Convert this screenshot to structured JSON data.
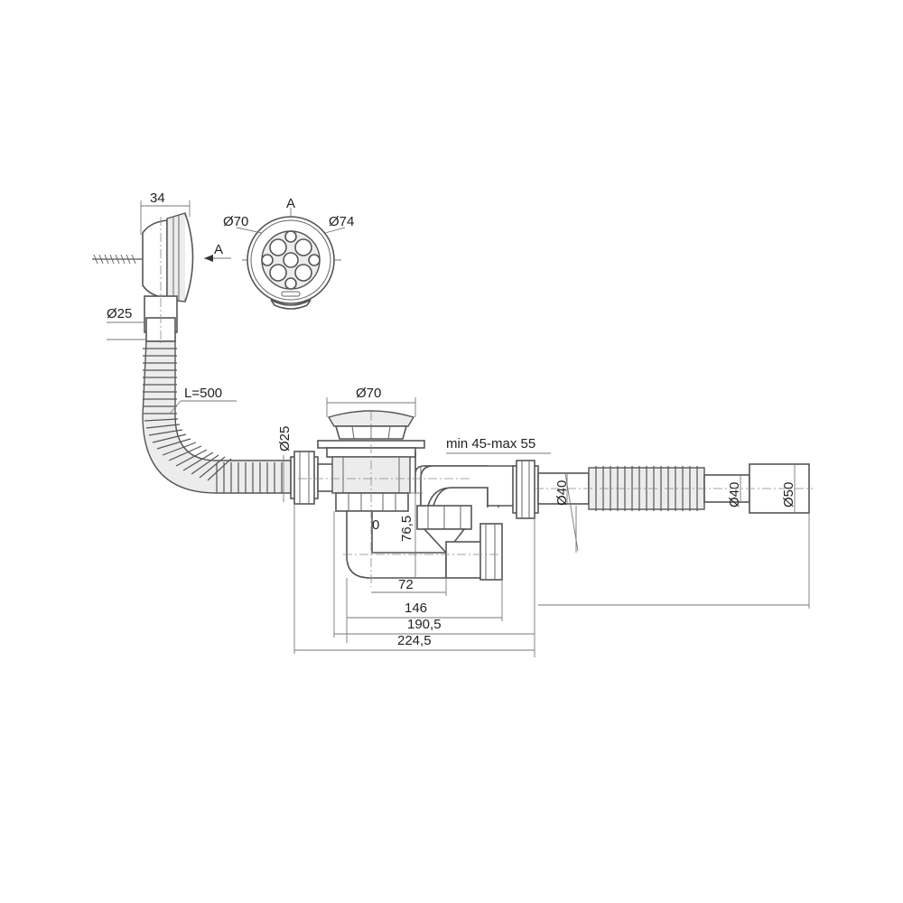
{
  "labels": {
    "top_width": "34",
    "view_letter": "A",
    "arrow_letter": "A",
    "grate_inner_dia": "Ø70",
    "grate_outer_dia": "Ø74",
    "overflow_pipe_dia": "Ø25",
    "hose_length": "L=500",
    "hose_end_dia": "Ø25",
    "drain_dia": "Ø70",
    "adjust_range": "min 45-max 55",
    "trap_height": "76,5",
    "trap_outlet_dia": "Ø40",
    "outlet_dia_40": "Ø40",
    "outlet_dia_40b": "Ø40",
    "outlet_dia_50": "Ø50",
    "dim_72": "72",
    "dim_146": "146",
    "dim_190": "190,5",
    "dim_224": "224,5"
  }
}
